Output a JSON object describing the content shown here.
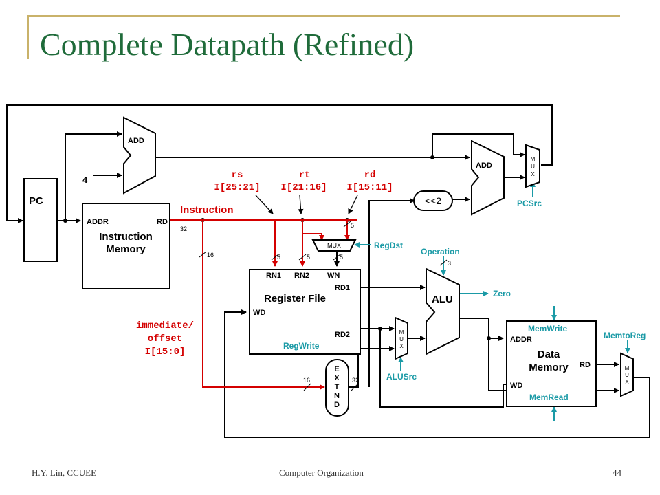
{
  "slide": {
    "title": "Complete Datapath (Refined)"
  },
  "footer": {
    "author": "H.Y. Lin, CCUEE",
    "course": "Computer Organization",
    "page": "44"
  },
  "diagram": {
    "pc_label": "PC",
    "four": "4",
    "add_top": "ADD",
    "add_right": "ADD",
    "imem": {
      "addr": "ADDR",
      "rd": "RD",
      "name1": "Instruction",
      "name2": "Memory"
    },
    "instruction_label": "Instruction",
    "width_32": "32",
    "width_16": "16",
    "width_5": "5",
    "width_3": "3",
    "field_rs": "rs",
    "field_rt": "rt",
    "field_rd": "rd",
    "bits_rs": "I[25:21]",
    "bits_rt": "I[21:16]",
    "bits_rd": "I[15:11]",
    "shift": "<<2",
    "pcsrc": "PCSrc",
    "mux": "MUX",
    "mux_letters": [
      "M",
      "U",
      "X"
    ],
    "regdst": "RegDst",
    "regfile": {
      "rn1": "RN1",
      "rn2": "RN2",
      "wn": "WN",
      "rd1": "RD1",
      "rd2": "RD2",
      "wd": "WD",
      "name": "Register File",
      "regwrite": "RegWrite"
    },
    "operation": "Operation",
    "alu": "ALU",
    "zero": "Zero",
    "alusrc": "ALUSrc",
    "imm1": "immediate/",
    "imm2": "offset",
    "imm3": "I[15:0]",
    "extend_letters": [
      "E",
      "X",
      "T",
      "N",
      "D"
    ],
    "dmem": {
      "addr": "ADDR",
      "rd": "RD",
      "wd": "WD",
      "name1": "Data",
      "name2": "Memory",
      "memwrite": "MemWrite",
      "memread": "MemRead"
    },
    "memtoreg": "MemtoReg",
    "colors": {
      "wire": "#000000",
      "instruction": "#d40000",
      "control": "#1a9aa6",
      "title": "#1f6b3a"
    }
  }
}
